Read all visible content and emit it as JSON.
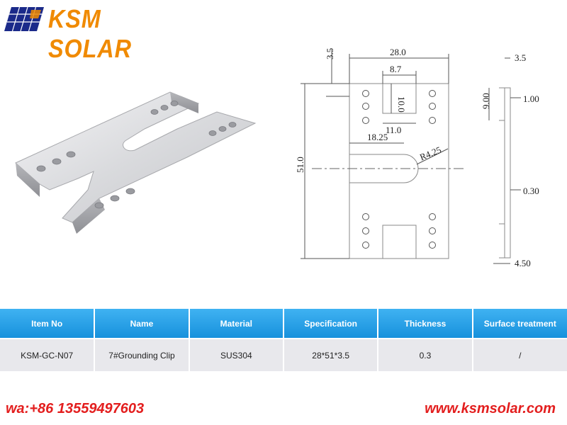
{
  "brand": {
    "name": "KSM SOLAR",
    "color": "#f08a00",
    "panel_color": "#1b2a8a"
  },
  "band": {
    "text": ""
  },
  "drawing": {
    "dims": {
      "top_left": "3.5",
      "width": "28.0",
      "slot_width": "8.7",
      "slot_depth": "10.0",
      "slot_inner": "11.0",
      "neck": "18.25",
      "radius": "R4.25",
      "height": "51.0",
      "side_top": "9.00",
      "side_thk": "3.5",
      "side_step": "1.00",
      "side_sheet": "0.30",
      "side_bottom": "4.50"
    }
  },
  "table": {
    "header_color": "#1791dc",
    "headers": [
      "Item No",
      "Name",
      "Material",
      "Specification",
      "Thickness",
      "Surface treatment"
    ],
    "row": [
      "KSM-GC-N07",
      "7#Grounding Clip",
      "SUS304",
      "28*51*3.5",
      "0.3",
      "/"
    ]
  },
  "footer": {
    "phone": "wa:+86 13559497603",
    "website": "www.ksmsolar.com",
    "color": "#e31e1e"
  }
}
